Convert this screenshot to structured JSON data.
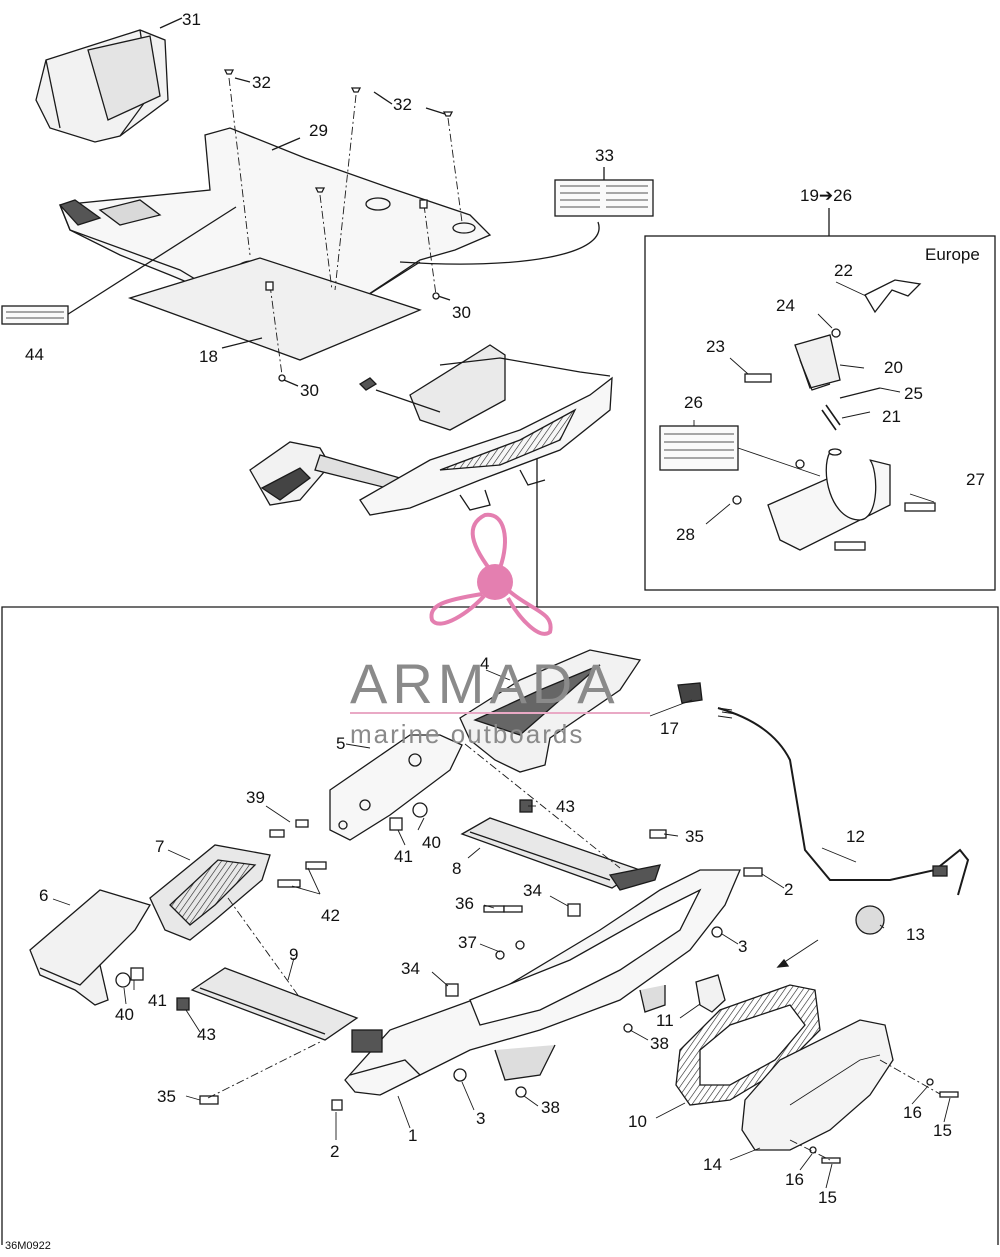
{
  "callouts": [
    {
      "id": "c31",
      "text": "31"
    },
    {
      "id": "c32a",
      "text": "32"
    },
    {
      "id": "c32b",
      "text": "32"
    },
    {
      "id": "c29",
      "text": "29"
    },
    {
      "id": "c33",
      "text": "33"
    },
    {
      "id": "c19",
      "text": "19➔26"
    },
    {
      "id": "c44",
      "text": "44"
    },
    {
      "id": "c18",
      "text": "18"
    },
    {
      "id": "c30a",
      "text": "30"
    },
    {
      "id": "c30b",
      "text": "30"
    },
    {
      "id": "c22",
      "text": "22"
    },
    {
      "id": "c24",
      "text": "24"
    },
    {
      "id": "c23",
      "text": "23"
    },
    {
      "id": "c20",
      "text": "20"
    },
    {
      "id": "c25",
      "text": "25"
    },
    {
      "id": "c21",
      "text": "21"
    },
    {
      "id": "c26",
      "text": "26"
    },
    {
      "id": "c27",
      "text": "27"
    },
    {
      "id": "c28",
      "text": "28"
    },
    {
      "id": "c4",
      "text": "4"
    },
    {
      "id": "c17",
      "text": "17"
    },
    {
      "id": "c5",
      "text": "5"
    },
    {
      "id": "c39",
      "text": "39"
    },
    {
      "id": "c43a",
      "text": "43"
    },
    {
      "id": "c35a",
      "text": "35"
    },
    {
      "id": "c12",
      "text": "12"
    },
    {
      "id": "c40a",
      "text": "40"
    },
    {
      "id": "c41a",
      "text": "41"
    },
    {
      "id": "c7",
      "text": "7"
    },
    {
      "id": "c8",
      "text": "8"
    },
    {
      "id": "c2a",
      "text": "2"
    },
    {
      "id": "c6",
      "text": "6"
    },
    {
      "id": "c42",
      "text": "42"
    },
    {
      "id": "c36",
      "text": "36"
    },
    {
      "id": "c34a",
      "text": "34"
    },
    {
      "id": "c13",
      "text": "13"
    },
    {
      "id": "c37",
      "text": "37"
    },
    {
      "id": "c3a",
      "text": "3"
    },
    {
      "id": "c9",
      "text": "9"
    },
    {
      "id": "c34b",
      "text": "34"
    },
    {
      "id": "c41b",
      "text": "41"
    },
    {
      "id": "c40b",
      "text": "40"
    },
    {
      "id": "c43b",
      "text": "43"
    },
    {
      "id": "c11",
      "text": "11"
    },
    {
      "id": "c38a",
      "text": "38"
    },
    {
      "id": "c35b",
      "text": "35"
    },
    {
      "id": "c3b",
      "text": "3"
    },
    {
      "id": "c38b",
      "text": "38"
    },
    {
      "id": "c10",
      "text": "10"
    },
    {
      "id": "c16a",
      "text": "16"
    },
    {
      "id": "c15a",
      "text": "15"
    },
    {
      "id": "c1",
      "text": "1"
    },
    {
      "id": "c2b",
      "text": "2"
    },
    {
      "id": "c14",
      "text": "14"
    },
    {
      "id": "c16b",
      "text": "16"
    },
    {
      "id": "c15b",
      "text": "15"
    }
  ],
  "region_label": "Europe",
  "drawing_code": "36M0922",
  "watermark": {
    "brand": "ARMADA",
    "tagline": "marine outboards"
  },
  "colors": {
    "line": "#1a1a1a",
    "fill_dark": "#3a3a3a",
    "fill_mid": "#8c8c8c",
    "fill_light": "#d9d9d9",
    "watermark_pink": "#e47fb0",
    "watermark_gray": "#8a8a8a"
  }
}
